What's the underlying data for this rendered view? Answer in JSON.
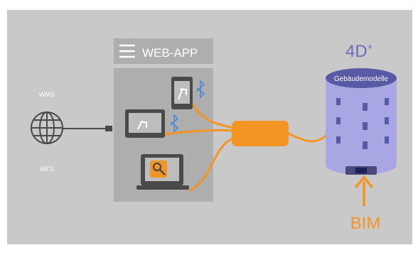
{
  "diagram": {
    "services": {
      "top": "WMS",
      "bottom": "WFS"
    },
    "webapp": {
      "title": "WEB-APP"
    },
    "database": {
      "title": "4D",
      "superscript": "+",
      "label": "Gebäudemodelle"
    },
    "input": {
      "label": "BIM"
    }
  },
  "colors": {
    "background": "#c9c9c9",
    "panel": "#aeaeae",
    "device": "#4a4a4a",
    "screen": "#bdbdbd",
    "orange": "#f39424",
    "cylinder": "#a8a7e3",
    "cylinder_dark": "#595aa6",
    "bluetooth": "#4a8bd9",
    "white": "#ffffff"
  }
}
